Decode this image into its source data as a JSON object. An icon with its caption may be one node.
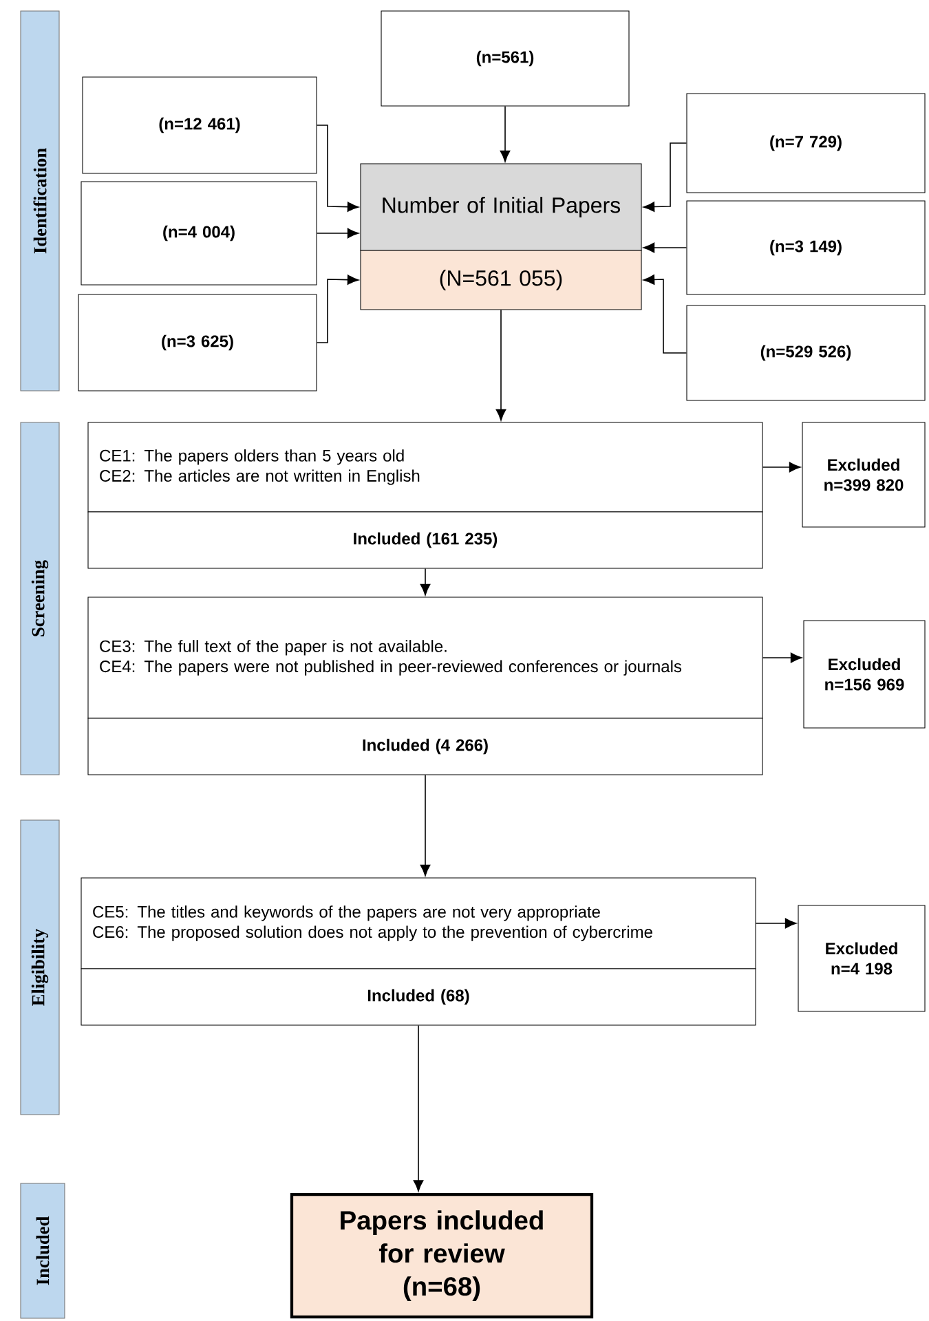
{
  "diagram": {
    "nodes": [
      {
        "text": [
          "Identification"
        ]
      },
      {
        "text": [
          "(n=561)"
        ]
      },
      {
        "text": [
          "(n=12 461)"
        ]
      },
      {
        "text": [
          "(n=4 004)"
        ]
      },
      {
        "text": [
          "(n=3 625)"
        ]
      },
      {
        "text": [
          "Number of Initial Papers"
        ]
      },
      {
        "text": [
          "(N=561 055)"
        ]
      },
      {
        "text": [
          "(n=7 729)"
        ]
      },
      {
        "text": [
          "(n=3 149)"
        ]
      },
      {
        "text": [
          "(n=529 526)"
        ]
      },
      {
        "text": [
          "Screening"
        ]
      },
      {
        "text": [
          "CE1: The papers olders than 5 years old",
          "CE2: The articles are not written in English"
        ]
      },
      {
        "text": [
          "Included (161 235)"
        ]
      },
      {
        "text": [
          "Excluded",
          "n=399 820"
        ]
      },
      {
        "text": [
          "CE3: The full text of the paper is not available.",
          "CE4: The papers were not published in peer-reviewed conferences or journals"
        ]
      },
      {
        "text": [
          "Included (4 266)"
        ]
      },
      {
        "text": [
          "Excluded",
          "n=156 969"
        ]
      },
      {
        "text": [
          "Eligibility"
        ]
      },
      {
        "text": [
          "CE5: The titles and keywords of the papers are not very appropriate",
          "CE6: The proposed solution does not apply to the prevention of cybercrime"
        ]
      },
      {
        "text": [
          "Included (68)"
        ]
      },
      {
        "text": [
          "Excluded",
          "n=4 198"
        ]
      },
      {
        "text": [
          "Included"
        ]
      },
      {
        "text": [
          "Papers included for review",
          "(n=68)"
        ]
      }
    ],
    "edges": [
      {
        "from": 1,
        "to": 5,
        "arrow": "to"
      },
      {
        "from": 2,
        "to": 5,
        "arrow": "to"
      },
      {
        "from": 3,
        "to": 5,
        "arrow": "to"
      },
      {
        "from": 4,
        "to": 6,
        "arrow": "to"
      },
      {
        "from": 7,
        "to": 5,
        "arrow": "to"
      },
      {
        "from": 8,
        "to": 5,
        "arrow": "to"
      },
      {
        "from": 9,
        "to": 6,
        "arrow": "to"
      },
      {
        "from": 6,
        "to": 11,
        "arrow": "to"
      },
      {
        "from": 11,
        "to": 13,
        "arrow": "to"
      },
      {
        "from": 12,
        "to": 14,
        "arrow": "to"
      },
      {
        "from": 14,
        "to": 16,
        "arrow": "to"
      },
      {
        "from": 15,
        "to": 18,
        "arrow": "to"
      },
      {
        "from": 18,
        "to": 20,
        "arrow": "to"
      },
      {
        "from": 19,
        "to": 22,
        "arrow": "to"
      }
    ]
  }
}
